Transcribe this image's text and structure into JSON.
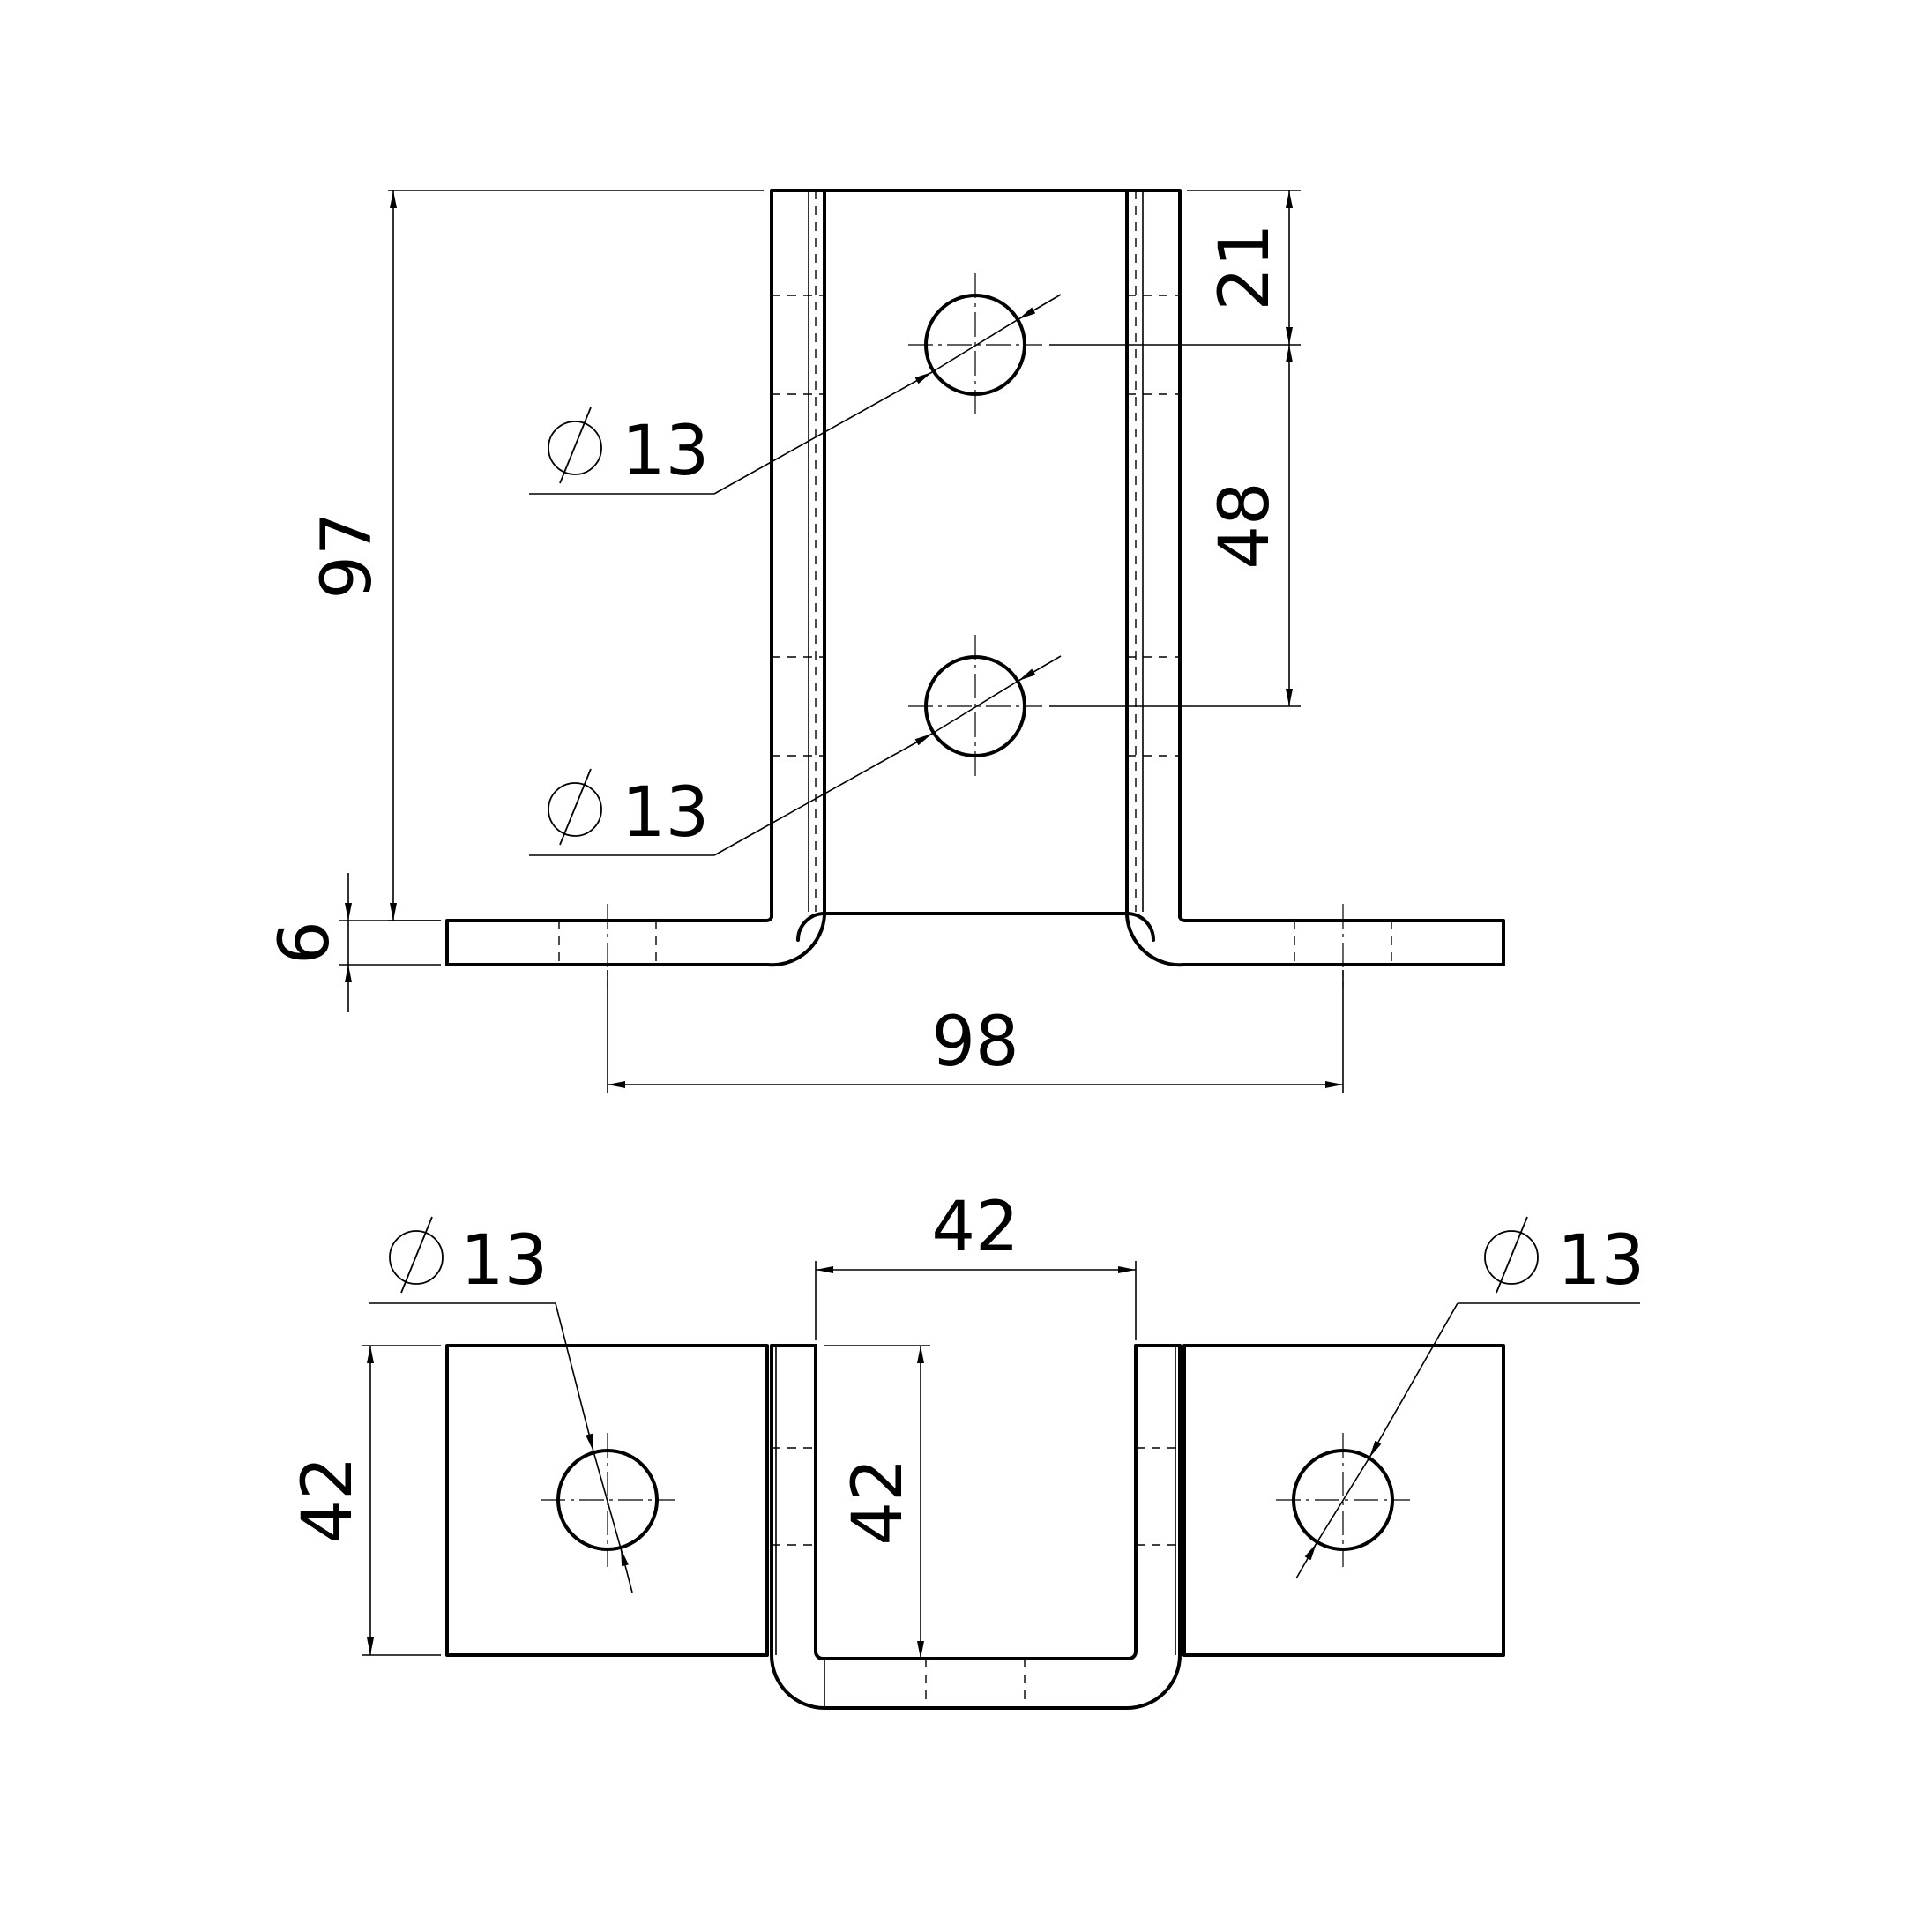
{
  "dimensions": {
    "d97": "97",
    "d21": "21",
    "d48": "48",
    "d6": "6",
    "d98": "98",
    "top_hole_upper": "13",
    "top_hole_lower": "13",
    "bottom_width_42": "42",
    "bottom_left_height_42": "42",
    "bottom_inner_height_42": "42",
    "bottom_hole_left": "13",
    "bottom_hole_right": "13"
  },
  "symbols": {
    "diameter": "diameter-symbol"
  }
}
